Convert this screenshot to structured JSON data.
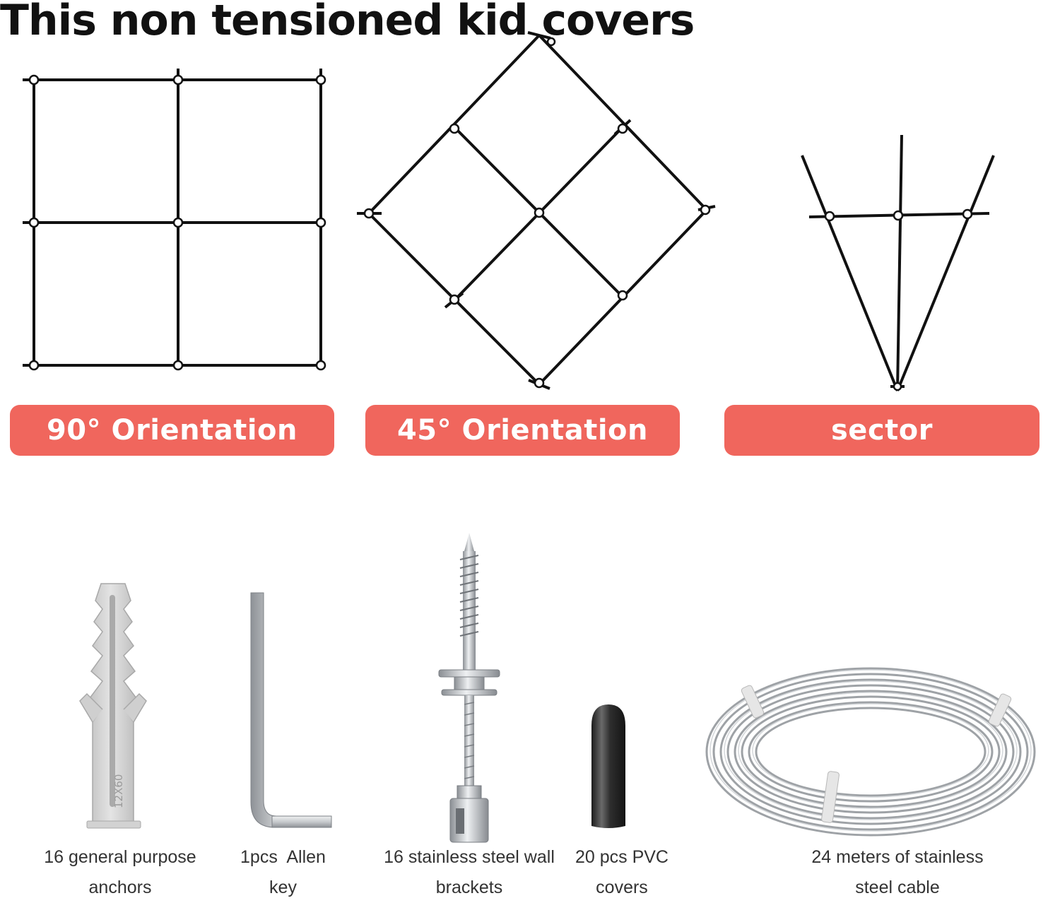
{
  "title": "This non tensioned kid covers",
  "orientations": [
    {
      "label": "90° Orientation"
    },
    {
      "label": "45° Orientation"
    },
    {
      "label": "sector"
    }
  ],
  "items": [
    {
      "line1": "16 general purpose",
      "line2": "anchors",
      "icon": "plastic-anchor-icon"
    },
    {
      "line1": "1pcs  Allen",
      "line2": "key",
      "icon": "allen-key-icon"
    },
    {
      "line1": "16 stainless steel wall",
      "line2": "brackets",
      "icon": "wall-bracket-screw-icon"
    },
    {
      "line1": "20 pcs PVC",
      "line2": "covers",
      "icon": "pvc-cover-icon"
    },
    {
      "line1": "24 meters of stainless",
      "line2": "steel cable",
      "icon": "steel-cable-coil-icon"
    }
  ],
  "anchor_marking": "12X60",
  "colors": {
    "accent": "#f0665d",
    "line": "#111111",
    "metal": "#b9bcc0",
    "plastic": "#d6d6d6"
  }
}
